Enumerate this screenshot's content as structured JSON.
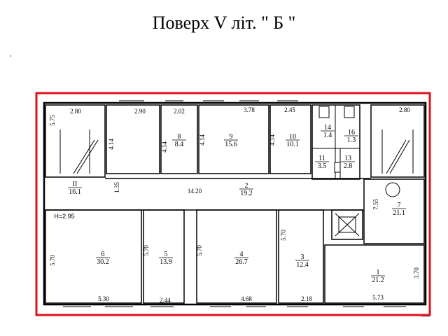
{
  "title": "Поверх V літ. \" Б \"",
  "frame_color": "#e0101a",
  "height_label": "H=2.95",
  "rooms": [
    {
      "num": "1",
      "area": "21.2"
    },
    {
      "num": "2",
      "area": "19.2"
    },
    {
      "num": "3",
      "area": "12.4"
    },
    {
      "num": "4",
      "area": "26.7"
    },
    {
      "num": "5",
      "area": "13.9"
    },
    {
      "num": "6",
      "area": "30.2"
    },
    {
      "num": "7",
      "area": "21.1"
    },
    {
      "num": "8",
      "area": "8.4"
    },
    {
      "num": "9",
      "area": "15.6"
    },
    {
      "num": "10",
      "area": "10.1"
    },
    {
      "num": "11",
      "area": "3.5"
    },
    {
      "num": "13",
      "area": "2.8"
    },
    {
      "num": "14",
      "area": "1.4"
    },
    {
      "num": "16",
      "area": "1.3"
    },
    {
      "num": "II",
      "area": "16.1"
    }
  ],
  "dimensions": {
    "d_280_left": "2.80",
    "d_290": "2.90",
    "d_202": "2.02",
    "d_378": "3.78",
    "d_245": "2.45",
    "d_280_right": "2.80",
    "d_575": "5.75",
    "d_414_a": "4.14",
    "d_414_b": "4.14",
    "d_414_c": "4.14",
    "d_414_d": "4.14",
    "d_135": "1.35",
    "d_1420": "14.20",
    "d_755": "7.55",
    "d_570_a": "5.70",
    "d_570_b": "5.70",
    "d_570_c": "5.70",
    "d_570_d": "5.70",
    "d_370": "3.70",
    "d_530": "5.30",
    "d_244": "2.44",
    "d_468": "4.68",
    "d_218": "2.18",
    "d_573": "5.73"
  }
}
